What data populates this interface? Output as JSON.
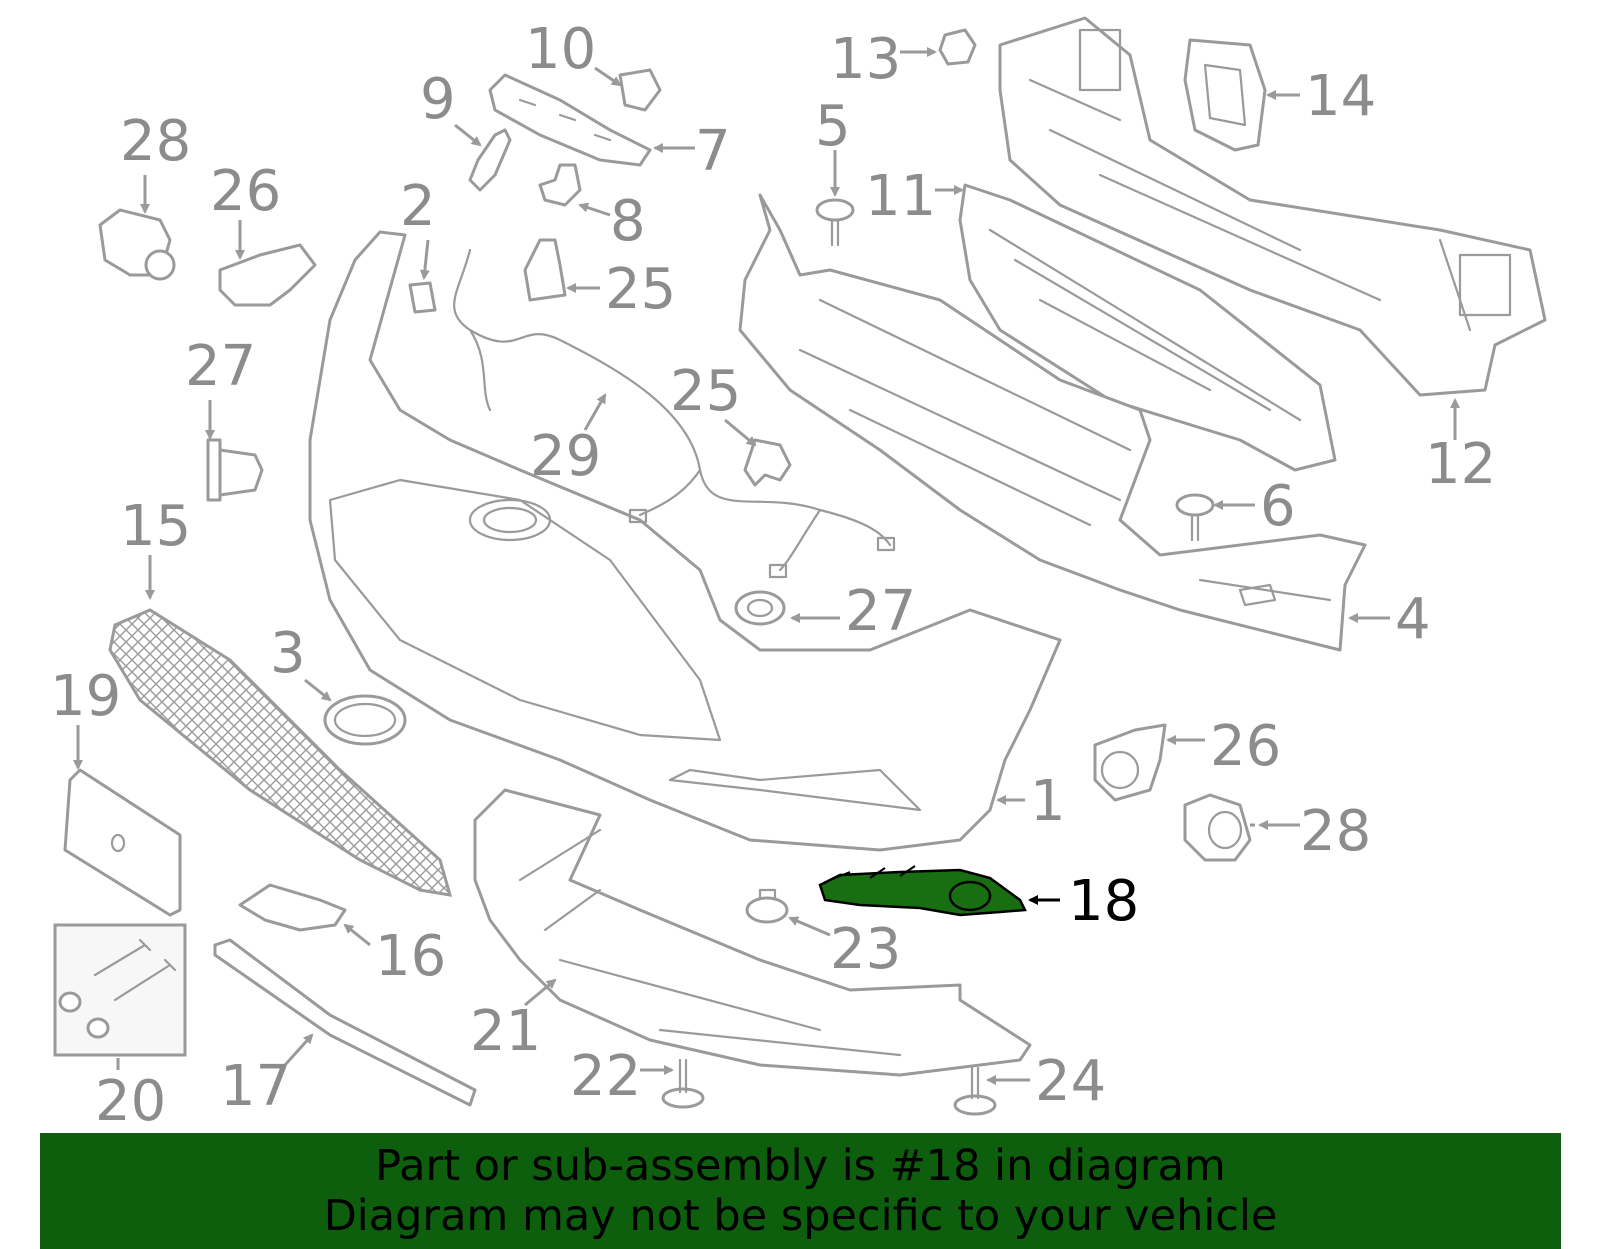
{
  "colors": {
    "line": "#9a9a9a",
    "label": "#8c8c8c",
    "highlight": "#1a6e12",
    "banner": "#0d5e0d"
  },
  "labels": [
    {
      "id": "l1",
      "text": "1"
    },
    {
      "id": "l2",
      "text": "2"
    },
    {
      "id": "l3",
      "text": "3"
    },
    {
      "id": "l4",
      "text": "4"
    },
    {
      "id": "l5",
      "text": "5"
    },
    {
      "id": "l6",
      "text": "6"
    },
    {
      "id": "l7",
      "text": "7"
    },
    {
      "id": "l8",
      "text": "8"
    },
    {
      "id": "l9",
      "text": "9"
    },
    {
      "id": "l10",
      "text": "10"
    },
    {
      "id": "l11",
      "text": "11"
    },
    {
      "id": "l12",
      "text": "12"
    },
    {
      "id": "l13",
      "text": "13"
    },
    {
      "id": "l14",
      "text": "14"
    },
    {
      "id": "l15",
      "text": "15"
    },
    {
      "id": "l16",
      "text": "16"
    },
    {
      "id": "l17",
      "text": "17"
    },
    {
      "id": "l18",
      "text": "18"
    },
    {
      "id": "l19",
      "text": "19"
    },
    {
      "id": "l20",
      "text": "20"
    },
    {
      "id": "l21",
      "text": "21"
    },
    {
      "id": "l22",
      "text": "22"
    },
    {
      "id": "l23",
      "text": "23"
    },
    {
      "id": "l24",
      "text": "24"
    },
    {
      "id": "l25a",
      "text": "25"
    },
    {
      "id": "l25b",
      "text": "25"
    },
    {
      "id": "l26a",
      "text": "26"
    },
    {
      "id": "l26b",
      "text": "26"
    },
    {
      "id": "l27a",
      "text": "27"
    },
    {
      "id": "l27b",
      "text": "27"
    },
    {
      "id": "l28a",
      "text": "28"
    },
    {
      "id": "l28b",
      "text": "28"
    },
    {
      "id": "l29",
      "text": "29"
    }
  ],
  "highlighted_part": "18",
  "banner": {
    "line1": "Part or sub-assembly is #18 in diagram",
    "line2": "Diagram may not be specific to your vehicle"
  }
}
